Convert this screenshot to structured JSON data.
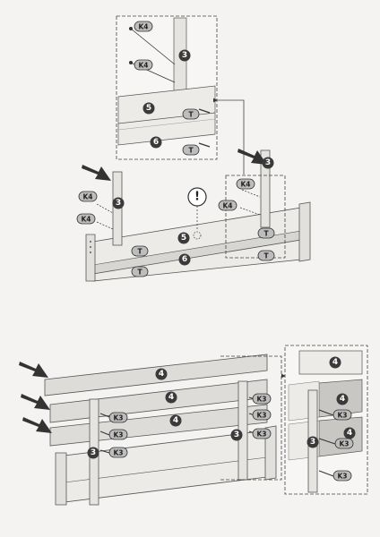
{
  "colors": {
    "background": "#f4f3f1",
    "panel_light": "#ecebe8",
    "panel_shade": "#d8d6d2",
    "panel_dark": "#c9c7c3",
    "outline": "#555555",
    "badge_fill": "#3a3a3a",
    "tag_fill": "#bdbdbd",
    "arrow": "#333333"
  },
  "icons": {
    "screw": "screw-icon",
    "dowel": "dowel-icon",
    "insert_arrow": "insert-arrow-icon",
    "warning": "warning-icon"
  },
  "top_diagram": {
    "detail": {
      "k4_upper": "K4",
      "k4_lower": "K4",
      "post_badge": "3",
      "rail_upper_badge": "5",
      "rail_upper_tag": "T",
      "rail_lower_badge": "6",
      "rail_lower_tag": "T"
    },
    "main": {
      "left_post_badge": "3",
      "right_post_badge": "3",
      "k4_left_upper": "K4",
      "k4_left_lower": "K4",
      "k4_right_upper": "K4",
      "k4_right_lower": "K4",
      "warning_symbol": "!",
      "rail_upper_badge": "5",
      "rail_lower_badge": "6",
      "tag_left_upper": "T",
      "tag_left_lower": "T",
      "tag_right_upper": "T",
      "tag_right_lower": "T"
    }
  },
  "bottom_diagram": {
    "main": {
      "board_top_badge": "4",
      "board_mid_badge": "4",
      "board_low_badge": "4",
      "post_badge_left": "3",
      "post_badge_right": "3",
      "k3_left_a": "K3",
      "k3_left_b": "K3",
      "k3_left_c": "K3",
      "k3_right_a": "K3",
      "k3_right_b": "K3",
      "k3_right_c": "K3"
    },
    "detail": {
      "board_top_badge": "4",
      "board_mid_badge": "4",
      "board_low_badge": "4",
      "post_badge": "3",
      "k3_a": "K3",
      "k3_b": "K3",
      "k3_c": "K3"
    }
  }
}
